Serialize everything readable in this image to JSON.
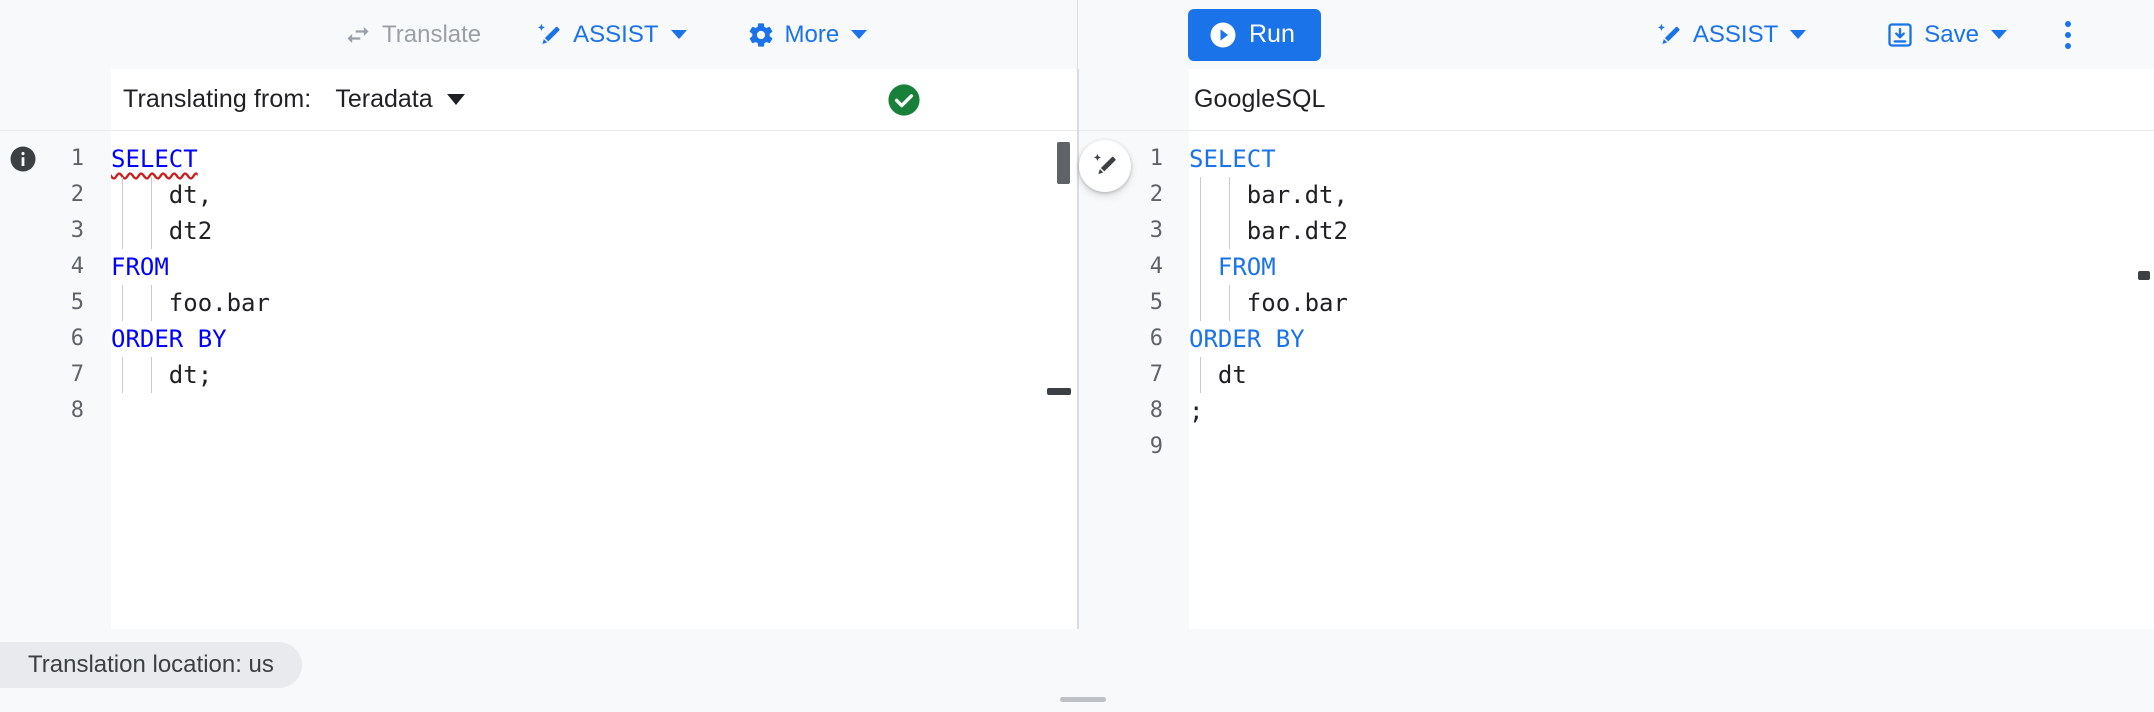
{
  "toolbar": {
    "left": [
      {
        "id": "translate",
        "label": "Translate",
        "icon": "swap-horizontal-icon",
        "state": "disabled"
      },
      {
        "id": "assist",
        "label": "ASSIST",
        "icon": "magic-wand-icon",
        "state": "enabled",
        "caret": true
      },
      {
        "id": "more",
        "label": "More",
        "icon": "gear-icon",
        "state": "enabled",
        "caret": true
      }
    ],
    "right": {
      "run_label": "Run",
      "run_icon": "play-circle-icon",
      "assist_label": "ASSIST",
      "assist_icon": "magic-wand-icon",
      "save_label": "Save",
      "save_icon": "save-download-icon",
      "overflow_icon": "more-vert-icon"
    }
  },
  "left_panel": {
    "head_label": "Translating from:",
    "dialect": "Teradata",
    "status_icon": "check-circle-icon",
    "gutter_icon": "info-icon",
    "editor": {
      "lines": [
        {
          "n": "1",
          "text": "SELECT",
          "kw": true,
          "squiggly": true,
          "indent": 0,
          "guides": 0
        },
        {
          "n": "2",
          "text": "dt,",
          "kw": false,
          "squiggly": false,
          "indent": 2,
          "guides": 2
        },
        {
          "n": "3",
          "text": "dt2",
          "kw": false,
          "squiggly": false,
          "indent": 2,
          "guides": 2
        },
        {
          "n": "4",
          "text": "FROM",
          "kw": true,
          "squiggly": false,
          "indent": 0,
          "guides": 0
        },
        {
          "n": "5",
          "text": "foo.bar",
          "kw": false,
          "squiggly": false,
          "indent": 2,
          "guides": 2
        },
        {
          "n": "6",
          "text": "ORDER BY",
          "kw": true,
          "squiggly": false,
          "indent": 0,
          "guides": 0
        },
        {
          "n": "7",
          "text": "dt;",
          "kw": false,
          "squiggly": false,
          "indent": 2,
          "guides": 2
        },
        {
          "n": "8",
          "text": "",
          "kw": false,
          "squiggly": false,
          "indent": 0,
          "guides": 0
        }
      ]
    }
  },
  "right_panel": {
    "head_label": "GoogleSQL",
    "editor": {
      "lines": [
        {
          "n": "1",
          "text": "SELECT",
          "kw": true,
          "indent": 0,
          "guides": 0
        },
        {
          "n": "2",
          "text": "bar.dt,",
          "kw": false,
          "indent": 2,
          "guides": 2
        },
        {
          "n": "3",
          "text": "bar.dt2",
          "kw": false,
          "indent": 2,
          "guides": 2
        },
        {
          "n": "4",
          "text": "FROM",
          "kw": true,
          "indent": 1,
          "guides": 1
        },
        {
          "n": "5",
          "text": "foo.bar",
          "kw": false,
          "indent": 2,
          "guides": 2
        },
        {
          "n": "6",
          "text": "ORDER BY",
          "kw": true,
          "indent": 0,
          "guides": 0
        },
        {
          "n": "7",
          "text": "dt",
          "kw": false,
          "indent": 1,
          "guides": 1
        },
        {
          "n": "8",
          "text": ";",
          "kw": false,
          "indent": 0,
          "guides": 0
        },
        {
          "n": "9",
          "text": "",
          "kw": false,
          "indent": 0,
          "guides": 0
        }
      ]
    }
  },
  "divider": {
    "wand_icon": "magic-wand-icon"
  },
  "bottom": {
    "location_text": "Translation location: us"
  },
  "colors": {
    "accent": "#1a73e8",
    "keyword_left": "#0000ff",
    "keyword_right": "#1a73e8",
    "success": "#188038",
    "disabled": "#9aa0a6",
    "surface": "#f8f9fa",
    "error_squiggle": "#c5221f"
  }
}
